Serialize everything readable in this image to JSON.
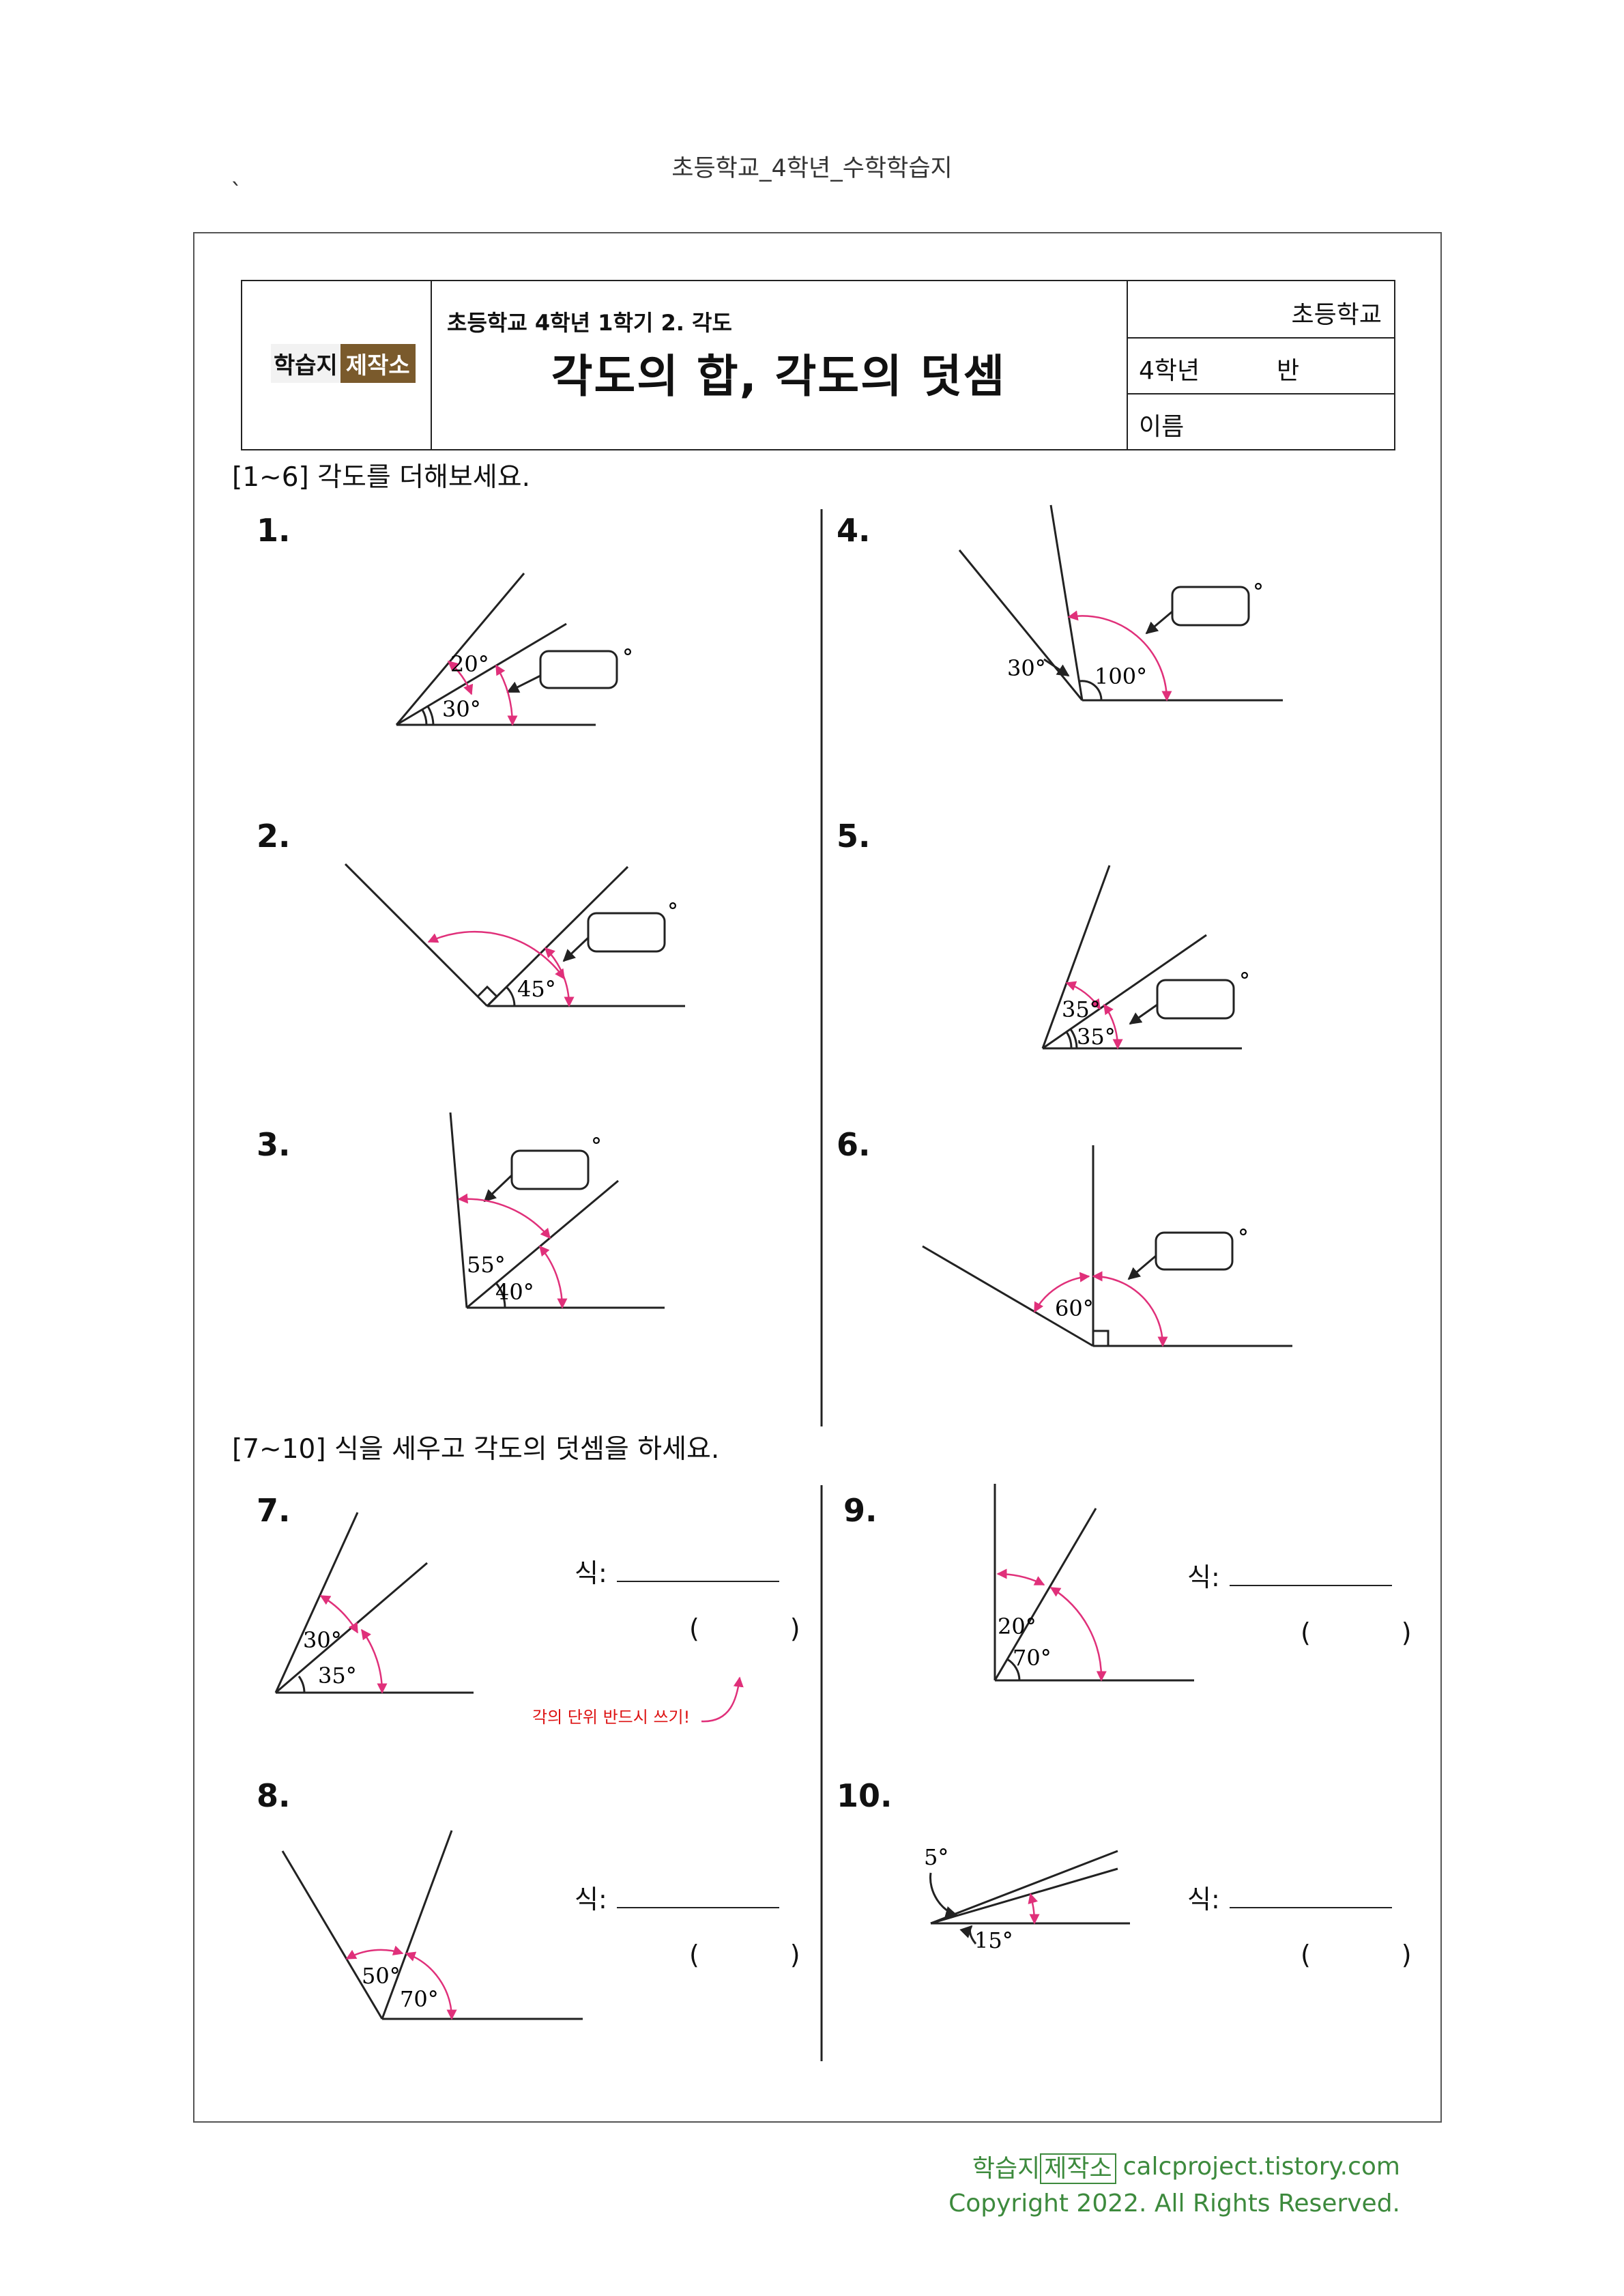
{
  "page_title": "초등학교_4학년_수학학습지",
  "stray_mark": "`",
  "header": {
    "logo_part1": "학습지",
    "logo_part2": "제작소",
    "subject": "초등학교  4학년  1학기  2. 각도",
    "title": "각도의 합, 각도의 덧셈",
    "school": "초등학교",
    "grade": "4학년",
    "class_label": "반",
    "name_label": "이름"
  },
  "section1": {
    "instruction": "[1~6]  각도를  더해보세요.",
    "problems": [
      {
        "number": "1.",
        "angles": [
          "20°",
          "30°"
        ]
      },
      {
        "number": "2.",
        "angles": [
          "45°"
        ]
      },
      {
        "number": "3.",
        "angles": [
          "55°",
          "40°"
        ]
      },
      {
        "number": "4.",
        "angles": [
          "30°",
          "100°"
        ]
      },
      {
        "number": "5.",
        "angles": [
          "35°",
          "35°"
        ]
      },
      {
        "number": "6.",
        "angles": [
          "60°"
        ]
      }
    ],
    "degree_symbol": "°"
  },
  "section2": {
    "instruction": "[7~10]  식을  세우고  각도의  덧셈을  하세요.",
    "equation_label": "식: ",
    "answer_paren": "(           )",
    "note": "각의 단위 반드시 쓰기!",
    "problems": [
      {
        "number": "7.",
        "angles": [
          "30°",
          "35°"
        ]
      },
      {
        "number": "8.",
        "angles": [
          "50°",
          "70°"
        ]
      },
      {
        "number": "9.",
        "angles": [
          "20°",
          "70°"
        ]
      },
      {
        "number": "10.",
        "angles": [
          "5°",
          "15°"
        ]
      }
    ]
  },
  "footer": {
    "logo_part1": "학습지",
    "logo_part2": "제작소",
    "url": "calcproject.tistory.com",
    "copyright": "Copyright  2022.  All  Rights  Reserved."
  },
  "colors": {
    "accent": "#e0307a",
    "footer": "#3d8a3d",
    "logo_brown": "#7a5a2c",
    "note": "#dd1111"
  }
}
